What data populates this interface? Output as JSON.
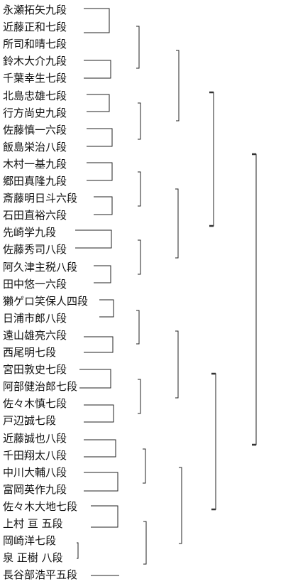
{
  "bracket": {
    "players": [
      "永瀬拓矢九段",
      "近藤正和七段",
      "所司和晴七段",
      "鈴木大介九段",
      "千葉幸生七段",
      "北島忠雄七段",
      "行方尚史九段",
      "佐藤慎一六段",
      "飯島栄治八段",
      "木村一基九段",
      "郷田真隆九段",
      "斎藤明日斗六段",
      "石田直裕六段",
      "先崎学九段",
      "佐藤秀司八段",
      "阿久津主税八段",
      "田中悠一六段",
      "獺ゲロ笑保人四段",
      "日浦市郎八段",
      "遠山雄亮六段",
      "西尾明七段",
      "宮田敦史七段",
      "阿部健治郎七段",
      "佐々木慎七段",
      "戸辺誠七段",
      "近藤誠也八段",
      "千田翔太八段",
      "中川大輔八段",
      "富岡英作九段",
      "佐々木大地七段",
      "上村 亘 五段",
      "岡崎洋七段",
      "泉 正樹 八段",
      "長谷部浩平五段"
    ]
  }
}
